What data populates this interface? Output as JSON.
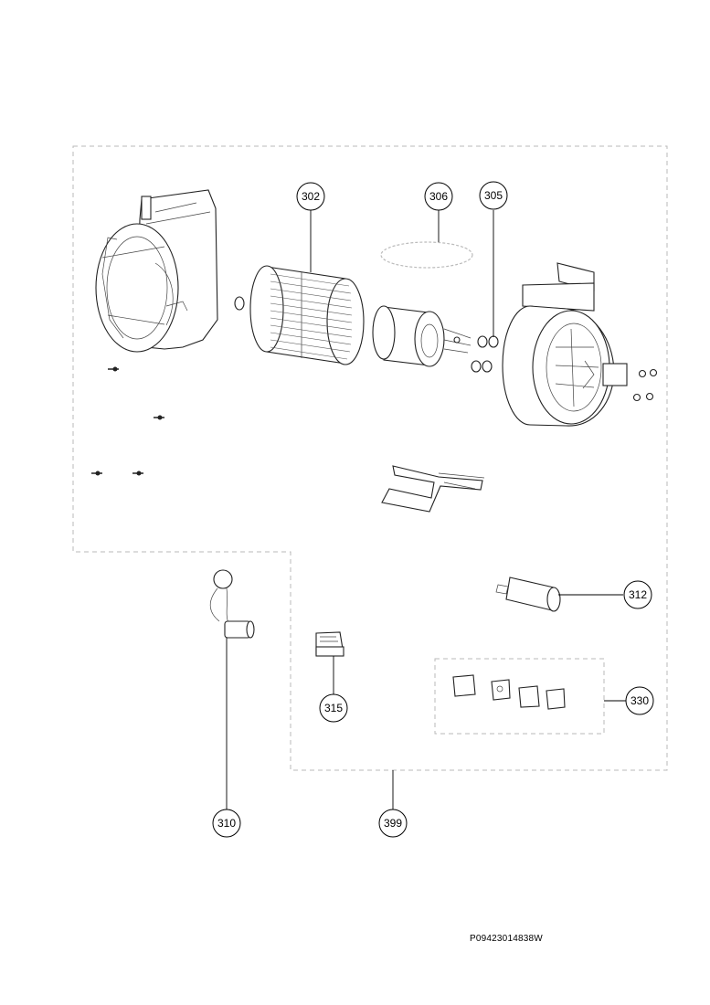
{
  "callouts": [
    {
      "id": "302",
      "label": "302"
    },
    {
      "id": "306",
      "label": "306"
    },
    {
      "id": "305",
      "label": "305"
    },
    {
      "id": "312",
      "label": "312"
    },
    {
      "id": "330",
      "label": "330"
    },
    {
      "id": "315",
      "label": "315"
    },
    {
      "id": "310",
      "label": "310"
    },
    {
      "id": "399",
      "label": "399"
    }
  ],
  "document_code": "P09423014838W"
}
